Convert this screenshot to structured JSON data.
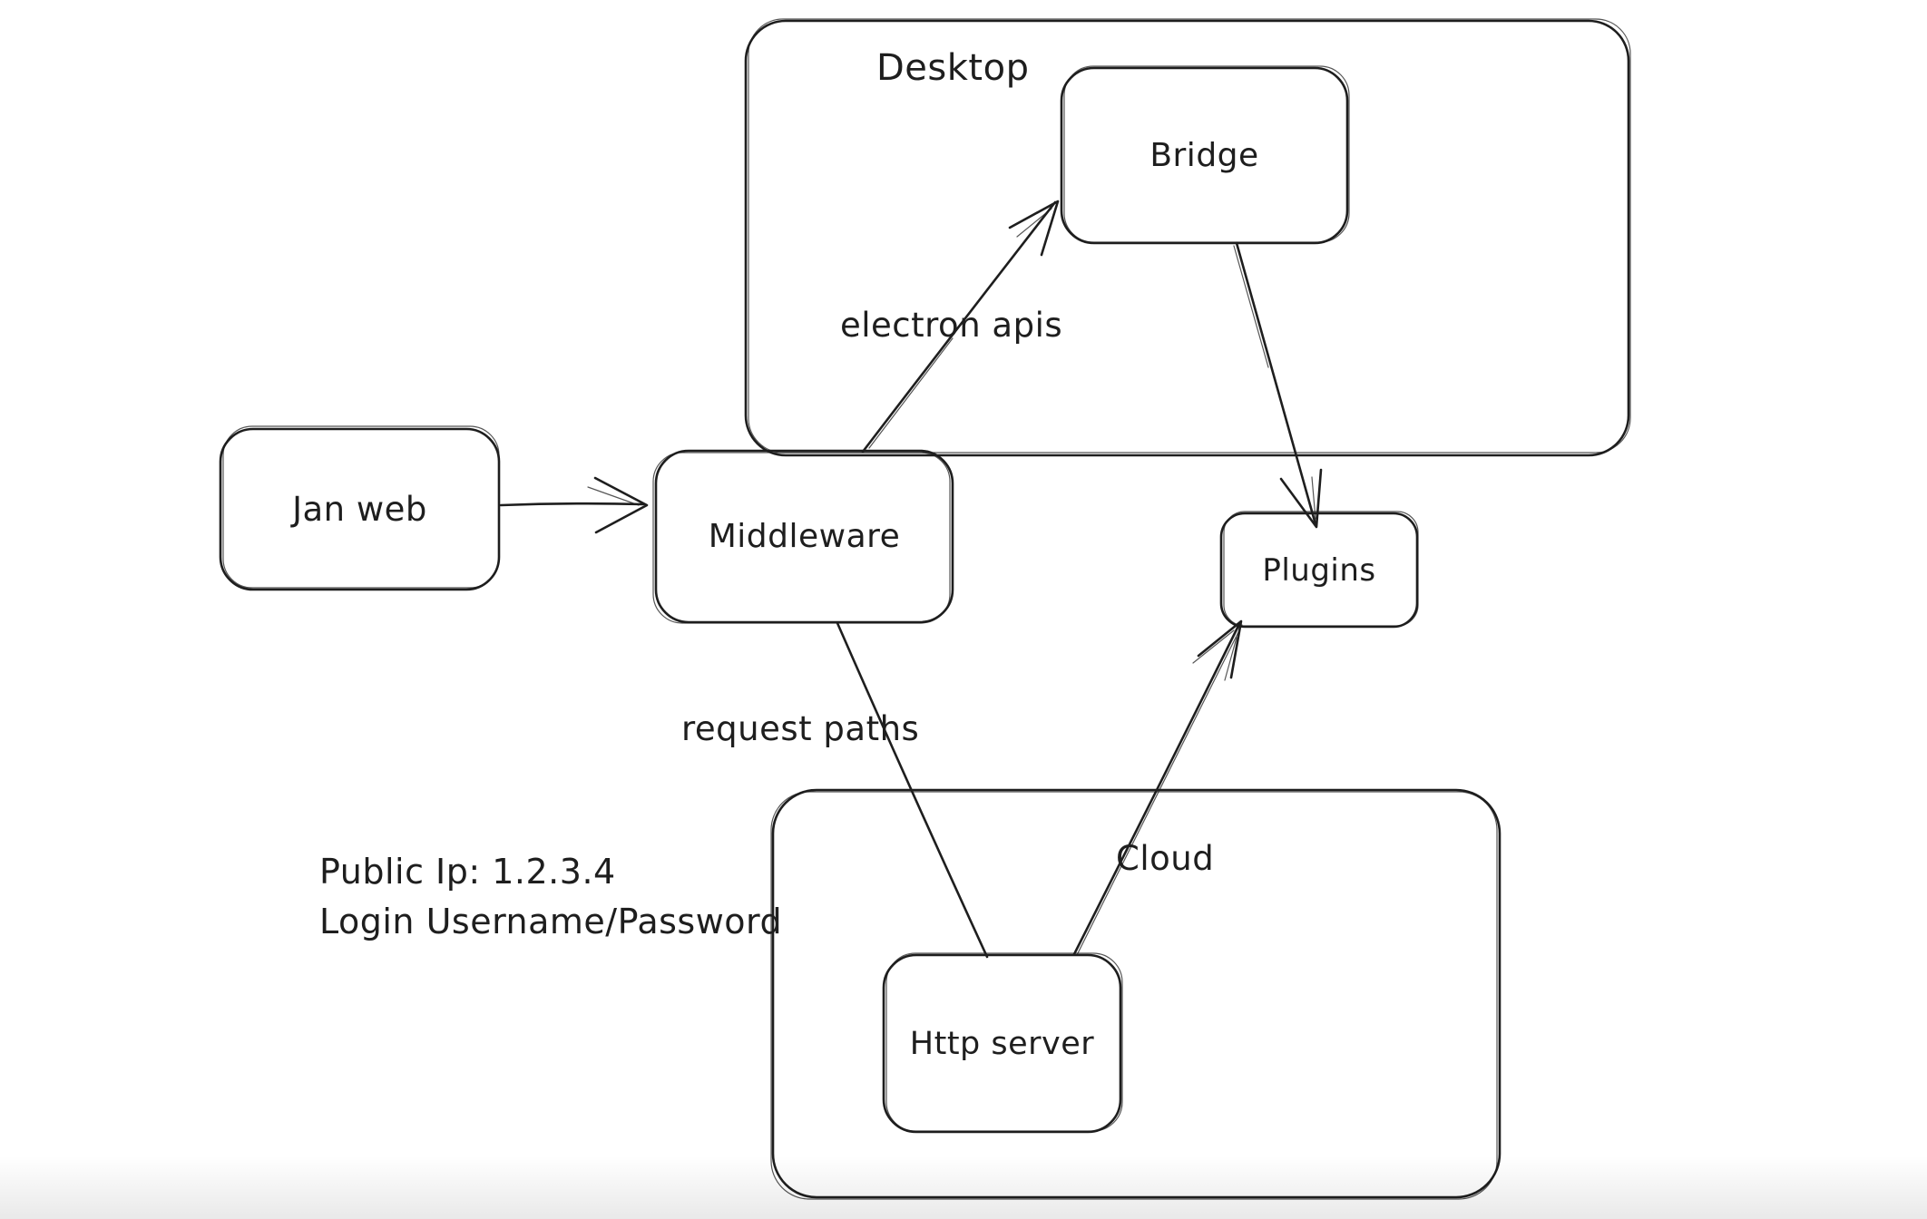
{
  "diagram": {
    "colors": {
      "stroke": "#1e1e1e",
      "background": "#ffffff"
    },
    "containers": [
      {
        "id": "desktop",
        "label": "Desktop"
      },
      {
        "id": "cloud",
        "label": "Cloud"
      }
    ],
    "nodes": [
      {
        "id": "jan-web",
        "label": "Jan web",
        "parent": null
      },
      {
        "id": "middleware",
        "label": "Middleware",
        "parent": null
      },
      {
        "id": "bridge",
        "label": "Bridge",
        "parent": "desktop"
      },
      {
        "id": "plugins",
        "label": "Plugins",
        "parent": null
      },
      {
        "id": "http-server",
        "label": "Http server",
        "parent": "cloud"
      }
    ],
    "edges": [
      {
        "from": "jan-web",
        "to": "middleware",
        "label": "",
        "arrowhead": true
      },
      {
        "from": "middleware",
        "to": "bridge",
        "label": "electron apis",
        "arrowhead": true
      },
      {
        "from": "bridge",
        "to": "plugins",
        "label": "",
        "arrowhead": true
      },
      {
        "from": "middleware",
        "to": "http-server",
        "label": "request paths",
        "arrowhead": false
      },
      {
        "from": "http-server",
        "to": "plugins",
        "label": "",
        "arrowhead": true
      }
    ],
    "notes": [
      {
        "text": "Public Ip: 1.2.3.4"
      },
      {
        "text": "Login Username/Password"
      }
    ]
  }
}
